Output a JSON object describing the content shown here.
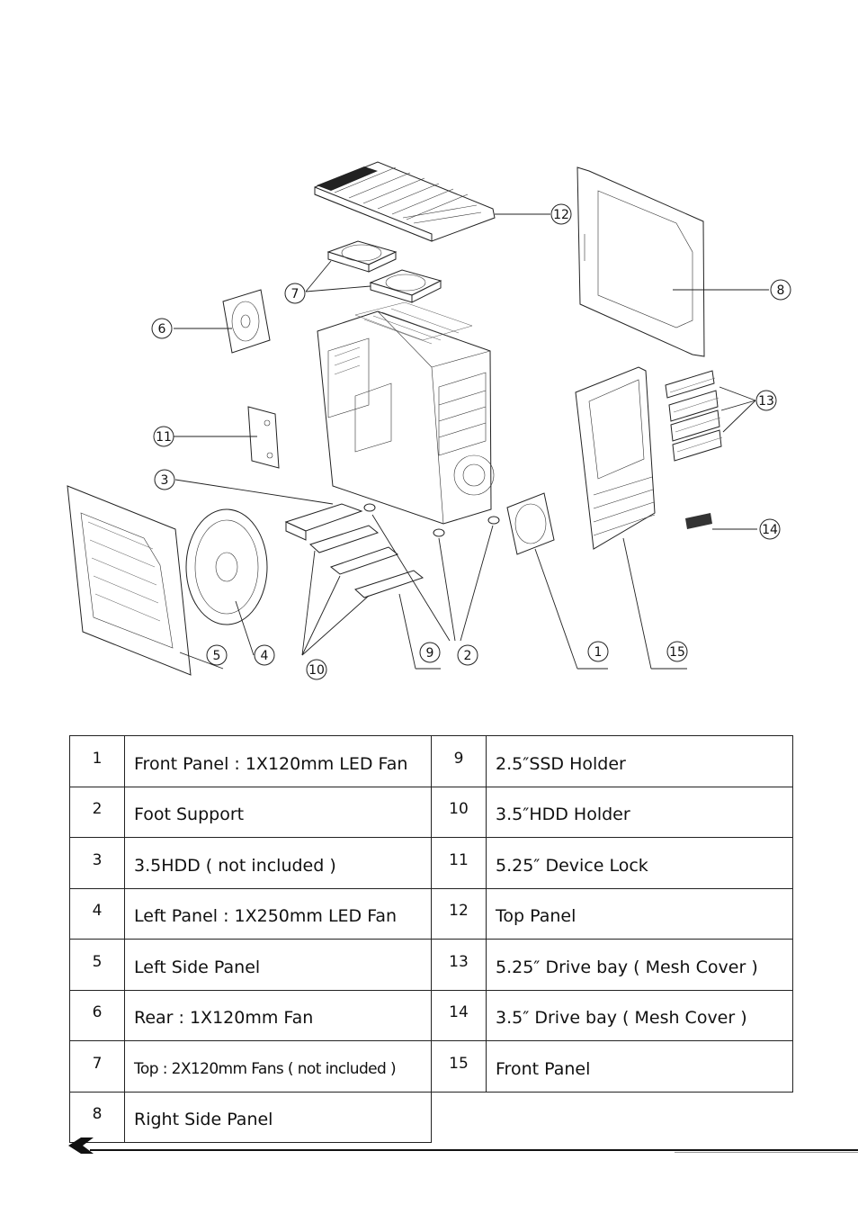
{
  "diagram": {
    "callouts": [
      {
        "id": "1",
        "label": "1"
      },
      {
        "id": "2",
        "label": "2"
      },
      {
        "id": "3",
        "label": "3"
      },
      {
        "id": "4",
        "label": "4"
      },
      {
        "id": "5",
        "label": "5"
      },
      {
        "id": "6",
        "label": "6"
      },
      {
        "id": "7",
        "label": "7"
      },
      {
        "id": "8",
        "label": "8"
      },
      {
        "id": "9",
        "label": "9"
      },
      {
        "id": "10",
        "label": "10"
      },
      {
        "id": "11",
        "label": "11"
      },
      {
        "id": "12",
        "label": "12"
      },
      {
        "id": "13",
        "label": "13"
      },
      {
        "id": "14",
        "label": "14"
      },
      {
        "id": "15",
        "label": "15"
      }
    ]
  },
  "parts_table": {
    "rows": [
      {
        "left_num": "1",
        "left_label": "Front Panel : 1X120mm LED Fan",
        "right_num": "9",
        "right_label": "2.5″SSD Holder"
      },
      {
        "left_num": "2",
        "left_label": "Foot Support",
        "right_num": "10",
        "right_label": "3.5″HDD Holder"
      },
      {
        "left_num": "3",
        "left_label": "3.5HDD ( not included )",
        "right_num": "11",
        "right_label": "5.25″ Device Lock"
      },
      {
        "left_num": "4",
        "left_label": "Left Panel : 1X250mm LED Fan",
        "right_num": "12",
        "right_label": "Top Panel"
      },
      {
        "left_num": "5",
        "left_label": "Left Side Panel",
        "right_num": "13",
        "right_label": "5.25″ Drive bay ( Mesh Cover )"
      },
      {
        "left_num": "6",
        "left_label": "Rear : 1X120mm Fan",
        "right_num": "14",
        "right_label": "3.5″ Drive bay ( Mesh Cover )"
      },
      {
        "left_num": "7",
        "left_label": "Top : 2X120mm Fans ( not included )",
        "right_num": "15",
        "right_label": "Front Panel"
      },
      {
        "left_num": "8",
        "left_label": "Right Side Panel",
        "right_num": "",
        "right_label": ""
      }
    ]
  },
  "colors": {
    "line": "#222222",
    "text": "#111111",
    "background": "#ffffff"
  }
}
